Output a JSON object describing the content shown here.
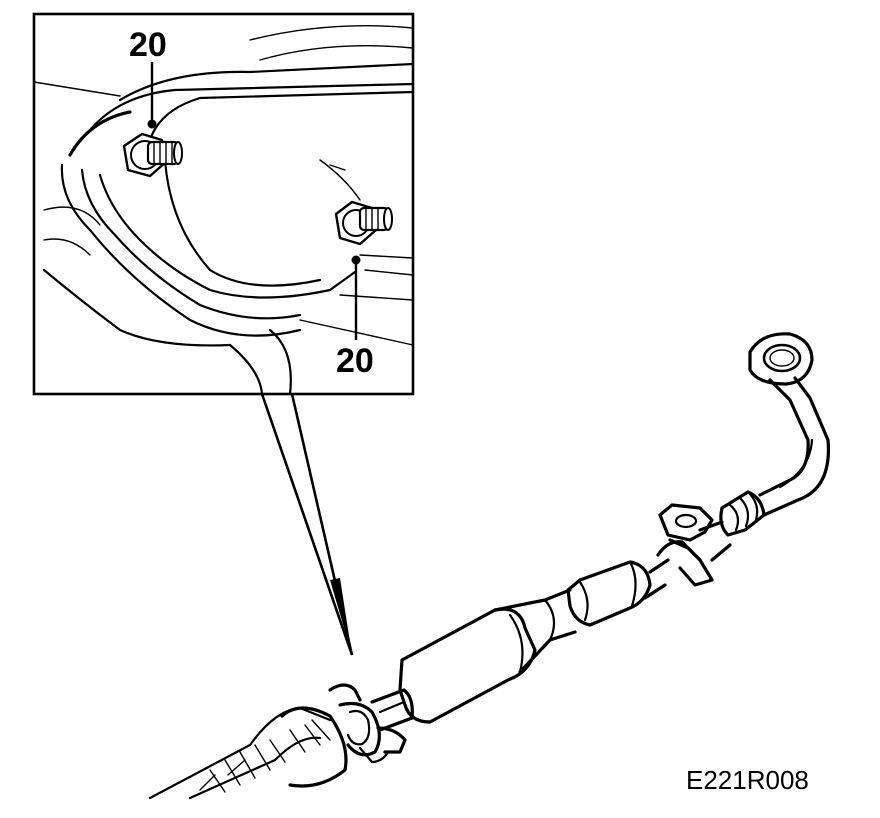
{
  "diagram": {
    "callouts": [
      {
        "id": "upper-nut",
        "label": "20"
      },
      {
        "id": "lower-nut",
        "label": "20"
      }
    ],
    "figure_code": "E221R008",
    "colors": {
      "ink": "#000000",
      "paper": "#ffffff"
    }
  }
}
